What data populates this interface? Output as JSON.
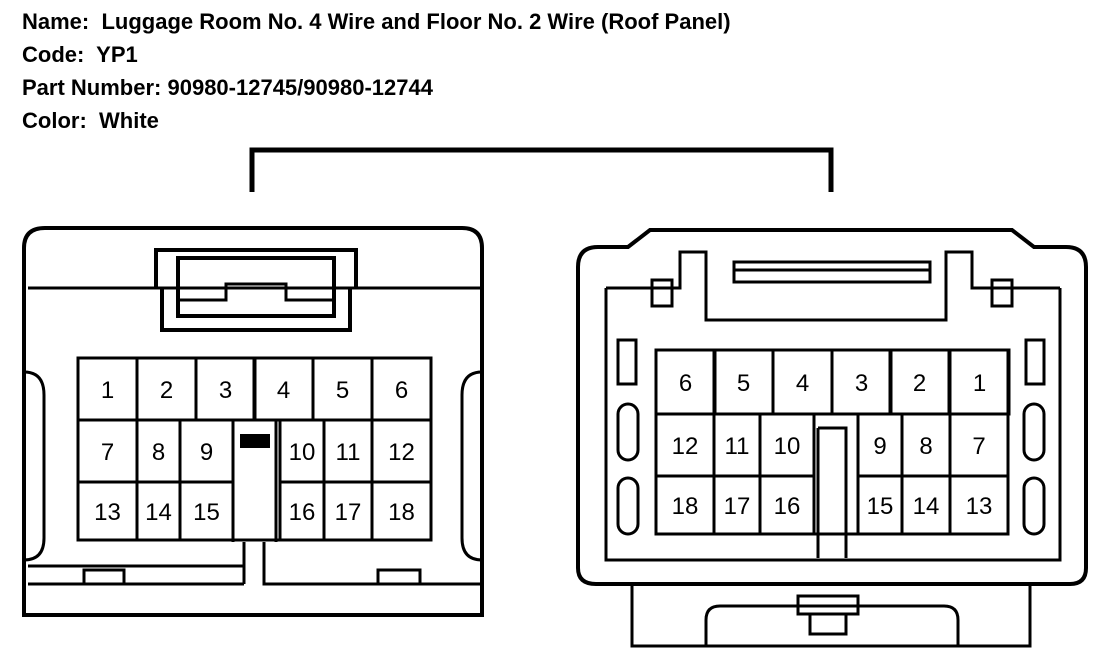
{
  "header": {
    "name_label": "Name:",
    "name_value": "Luggage Room No. 4 Wire and Floor No. 2 Wire (Roof Panel)",
    "code_label": "Code:",
    "code_value": "YP1",
    "part_label": "Part Number:",
    "part_value": "90980-12745/90980-12744",
    "color_label": "Color:",
    "color_value": "White"
  },
  "left_connector": {
    "row1": [
      "1",
      "2",
      "3",
      "4",
      "5",
      "6"
    ],
    "row2_left": [
      "7",
      "8",
      "9"
    ],
    "row2_right": [
      "10",
      "11",
      "12"
    ],
    "row3_left": [
      "13",
      "14",
      "15"
    ],
    "row3_right": [
      "16",
      "17",
      "18"
    ]
  },
  "right_connector": {
    "row1": [
      "6",
      "5",
      "4",
      "3",
      "2",
      "1"
    ],
    "row2_left": [
      "12",
      "11",
      "10"
    ],
    "row2_right": [
      "9",
      "8",
      "7"
    ],
    "row3_left": [
      "18",
      "17",
      "16"
    ],
    "row3_right": [
      "15",
      "14",
      "13"
    ]
  }
}
